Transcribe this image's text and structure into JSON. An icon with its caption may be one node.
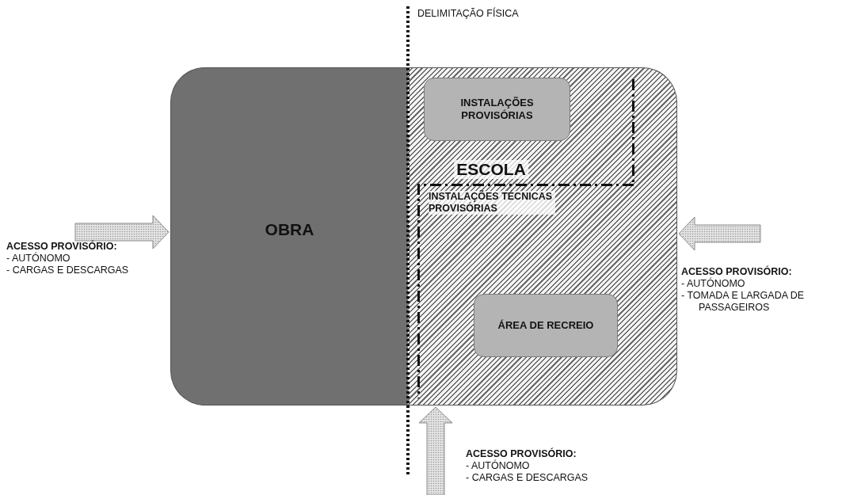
{
  "diagram": {
    "nodes": [
      {
        "text": [
          "OBRA"
        ]
      },
      {
        "text": [
          "ESCOLA"
        ]
      },
      {
        "text": [
          "INSTALAÇÕES PROVISÓRIAS"
        ],
        "in": 1
      },
      {
        "text": [
          "INSTALAÇÕES TÉCNICAS PROVISÓRIAS"
        ],
        "in": 1
      },
      {
        "text": [
          "ÁREA DE RECREIO"
        ],
        "in": 3
      },
      {
        "text": [
          "ACESSO PROVISÓRIO:",
          "- AUTÓNOMO",
          "- CARGAS E DESCARGAS"
        ]
      },
      {
        "text": [
          "ACESSO PROVISÓRIO:",
          "- AUTÓNOMO",
          "- TOMADA E LARGADA DE PASSAGEIROS"
        ]
      },
      {
        "text": [
          "ACESSO PROVISÓRIO:",
          "- AUTÓNOMO",
          "- CARGAS E DESCARGAS"
        ]
      }
    ],
    "edges": [
      {
        "from": 5,
        "to": 0,
        "arrow": "to"
      },
      {
        "from": 6,
        "to": 1,
        "arrow": "to"
      },
      {
        "from": 7,
        "to": 1,
        "arrow": "to"
      }
    ],
    "labels": [
      "DELIMITAÇÃO FÍSICA"
    ]
  }
}
